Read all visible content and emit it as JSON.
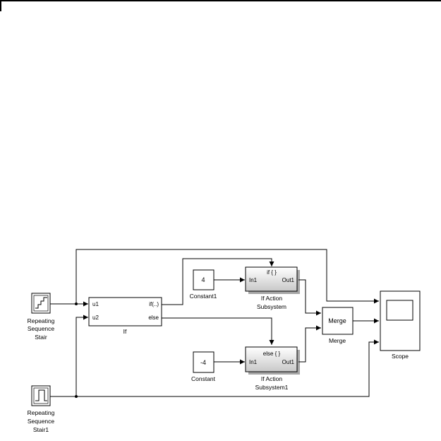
{
  "blocks": {
    "rep_stair": {
      "label_lines": [
        "Repeating",
        "Sequence",
        "Stair"
      ]
    },
    "rep_stair1": {
      "label_lines": [
        "Repeating",
        "Sequence",
        "Stair1"
      ]
    },
    "if_block": {
      "label": "If",
      "in1": "u1",
      "in2": "u2",
      "out1": "if(..)",
      "out2": "else"
    },
    "constant1": {
      "value": "4",
      "label": "Constant1"
    },
    "constant": {
      "value": "-4",
      "label": "Constant"
    },
    "if_action": {
      "title": "if { }",
      "in": "In1",
      "out": "Out1",
      "label_lines": [
        "If Action",
        "Subsystem"
      ]
    },
    "if_action1": {
      "title": "else { }",
      "in": "In1",
      "out": "Out1",
      "label_lines": [
        "If Action",
        "Subsystem1"
      ]
    },
    "merge": {
      "text": "Merge",
      "label": "Merge"
    },
    "scope": {
      "label": "Scope"
    }
  },
  "colors": {
    "line": "#000000",
    "subsystem_top": "#ffffff",
    "subsystem_bottom": "#c8c8c8"
  }
}
